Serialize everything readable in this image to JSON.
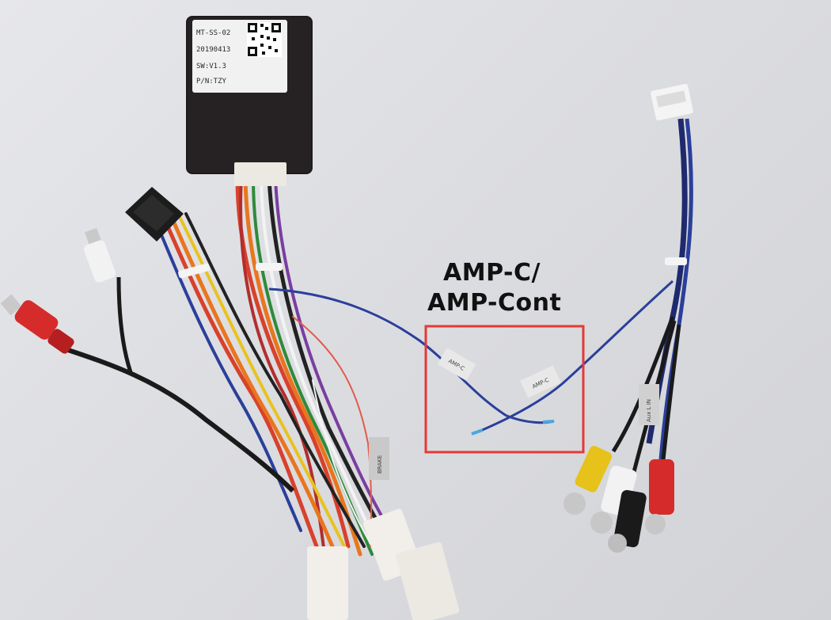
{
  "module_label": {
    "line1": "MT-SS-02",
    "line2": "20190413",
    "line3": "SW:V1.3",
    "line4": "P/N:TZY"
  },
  "annotation": {
    "line1": "AMP-C/",
    "line2": "AMP-Cont",
    "highlight_color": "#e53935"
  },
  "wire_tags": {
    "brake": "BRAKE",
    "aux_in": "Aux L IN",
    "amp_c_left": "AMP-C",
    "amp_c_right": "AMP-C"
  },
  "colors": {
    "background": "#dedfe3",
    "module_body": "#1e1b1c",
    "wire_blue": "#2b3f9a",
    "wire_red": "#d8412b",
    "wire_orange": "#e8761e",
    "rca_red": "#d62b2b",
    "rca_yellow": "#e6c21a",
    "rca_white": "#f2f2f2"
  }
}
